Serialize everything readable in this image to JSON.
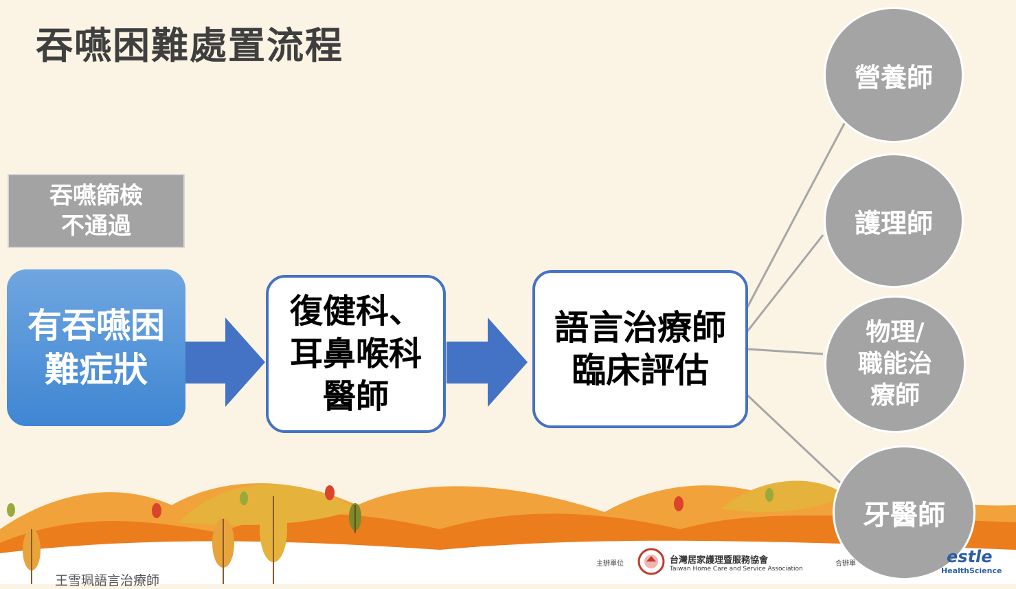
{
  "title": "吞嚥困難處置流程",
  "screening_box": {
    "line1": "吞嚥篩檢",
    "line2": "不通過"
  },
  "step1": {
    "line1": "有吞嚥困",
    "line2": "難症狀"
  },
  "step2": {
    "line1": "復健科、",
    "line2": "耳鼻喉科",
    "line3": "醫師"
  },
  "step3": {
    "line1": "語言治療師",
    "line2": "臨床評估"
  },
  "team": [
    {
      "lines": [
        "營養師"
      ]
    },
    {
      "lines": [
        "護理師"
      ]
    },
    {
      "lines": [
        "物理/",
        "職能治",
        "療師"
      ]
    },
    {
      "lines": [
        "牙醫師"
      ]
    }
  ],
  "footer": {
    "author": "王雪珮語言治療師",
    "sponsor_label": "主辦單位",
    "association_name": "台灣居家護理暨服務協會",
    "association_en": "Taiwan Home Care and Service Association",
    "co_label": "合辦單",
    "partner_logo": "estle",
    "partner_sub": "HealthScience"
  },
  "colors": {
    "background": "#fbf3e4",
    "arrow": "#4472c4",
    "box_border": "#4472c4",
    "blue_box": "#4a8fd8",
    "circle": "#a4a4a4",
    "gray_box": "#a3a3a3"
  }
}
